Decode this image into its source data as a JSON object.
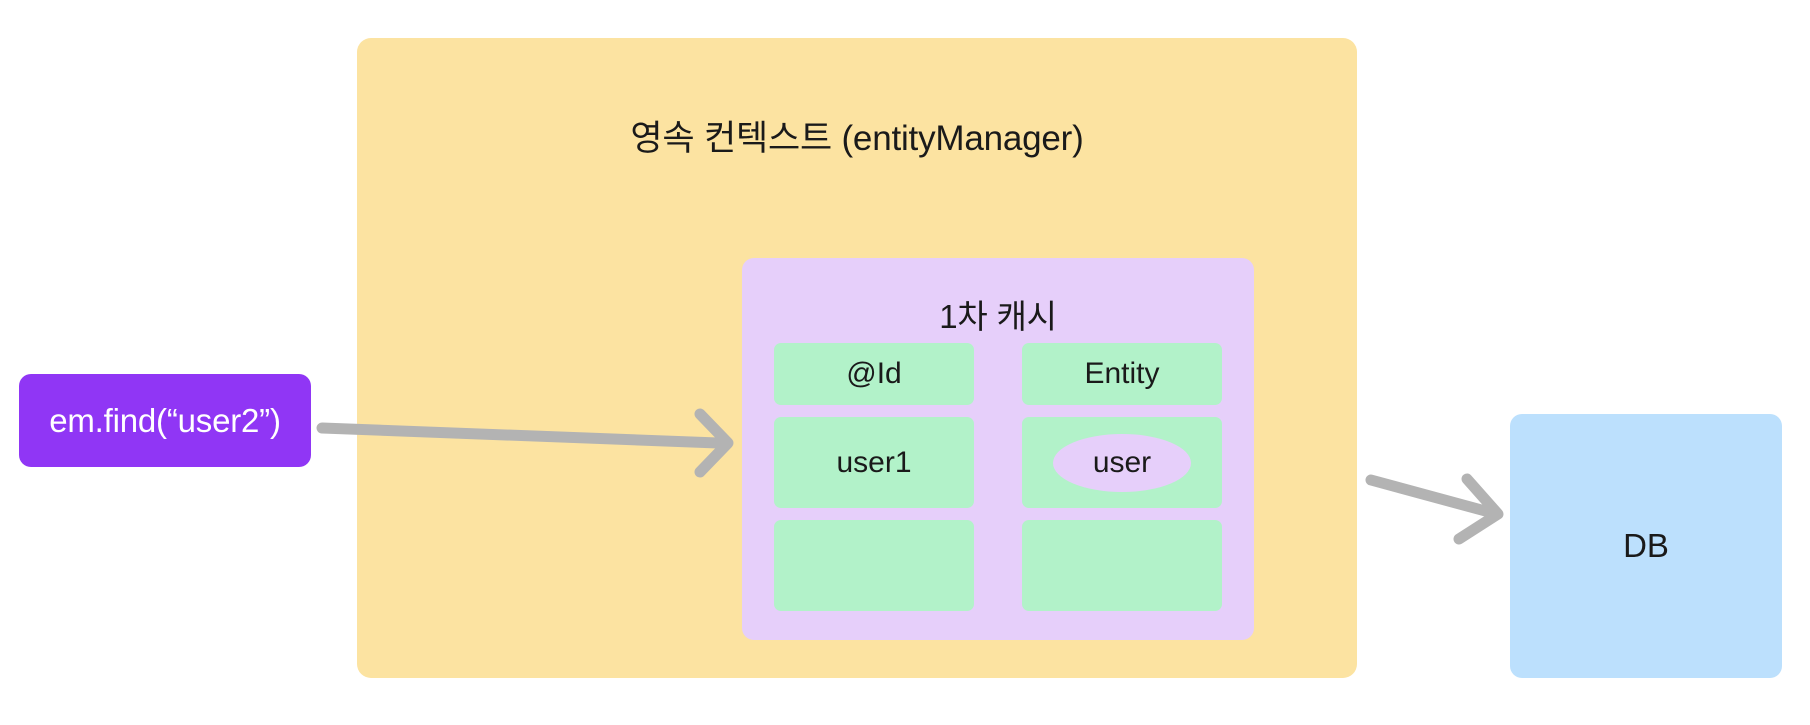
{
  "diagram": {
    "title_context": "영속 컨텍스트 (entityManager)",
    "cache_title": "1차 캐시",
    "call_box_label": "em.find(“user2”)",
    "db_label": "DB",
    "colors": {
      "background": "#ffffff",
      "persistence_context": "#FCE3A1",
      "first_cache": "#E6CFFA",
      "cache_cell": "#B2F2C9",
      "call_box": "#9036F5",
      "call_box_text": "#ffffff",
      "db_box": "#BCE0FD",
      "arrow": "#b3b3b3",
      "text": "#1a1a1a"
    },
    "cache_table": {
      "headers": [
        "@Id",
        "Entity"
      ],
      "rows": [
        {
          "id": "user1",
          "entity": "user",
          "entity_highlighted": true
        },
        {
          "id": "",
          "entity": "",
          "entity_highlighted": false
        }
      ]
    },
    "arrows": [
      {
        "name": "find-to-cache",
        "from": "em.find(“user2”)",
        "to": "1차 캐시"
      },
      {
        "name": "context-to-db",
        "from": "영속 컨텍스트 (entityManager)",
        "to": "DB"
      }
    ]
  }
}
